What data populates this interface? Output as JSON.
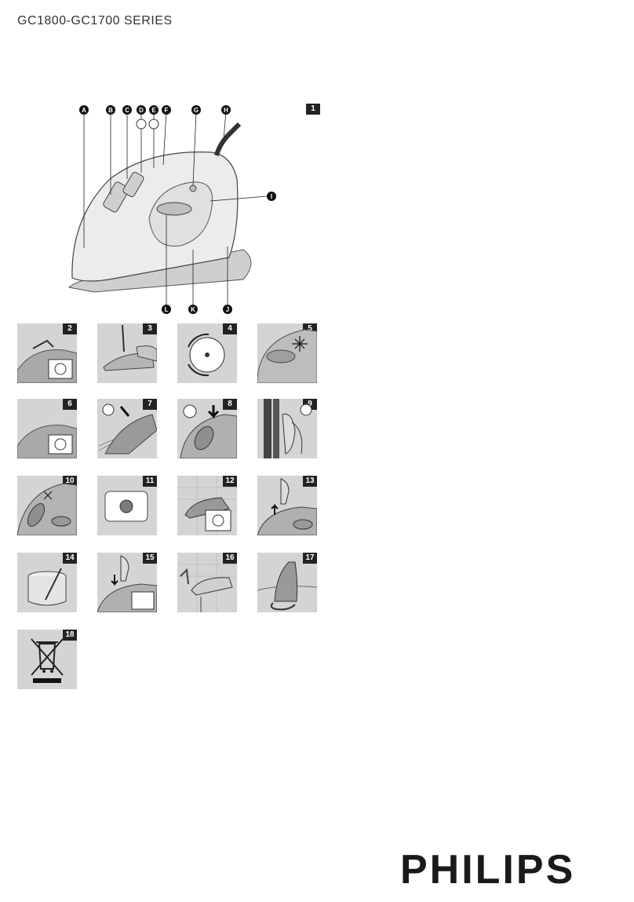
{
  "header": {
    "title": "GC1800-GC1700 SERIES"
  },
  "main_figure": {
    "number": "1",
    "callouts": [
      "A",
      "B",
      "C",
      "D",
      "E",
      "F",
      "G",
      "H",
      "I",
      "J",
      "K",
      "L"
    ]
  },
  "figures": [
    {
      "number": "2"
    },
    {
      "number": "3"
    },
    {
      "number": "4"
    },
    {
      "number": "5"
    },
    {
      "number": "6"
    },
    {
      "number": "7"
    },
    {
      "number": "8"
    },
    {
      "number": "9"
    },
    {
      "number": "10"
    },
    {
      "number": "11"
    },
    {
      "number": "12"
    },
    {
      "number": "13"
    },
    {
      "number": "14"
    },
    {
      "number": "15"
    },
    {
      "number": "16"
    },
    {
      "number": "17"
    },
    {
      "number": "18"
    }
  ],
  "brand": {
    "logo": "PHILIPS"
  }
}
